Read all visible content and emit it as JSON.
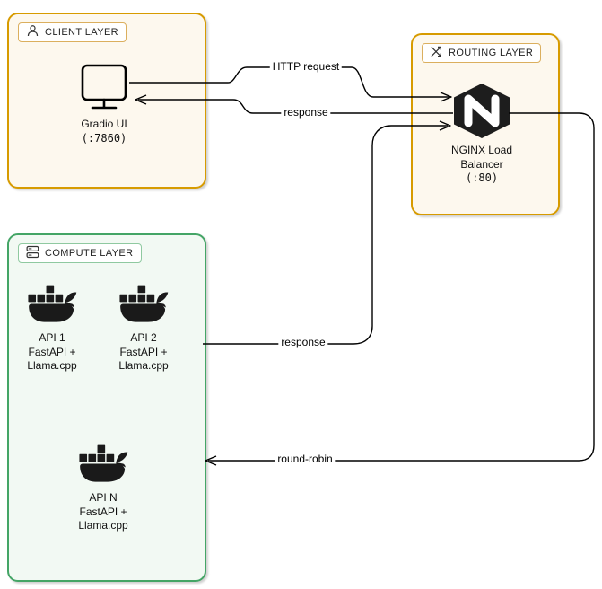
{
  "diagram": {
    "layers": {
      "client": {
        "label": "CLIENT LAYER",
        "icon": "person-icon",
        "border_color": "#D79B00",
        "fill_color": "#FDF8EE"
      },
      "routing": {
        "label": "ROUTING LAYER",
        "icon": "shuffle-icon",
        "border_color": "#D79B00",
        "fill_color": "#FDF8EE"
      },
      "compute": {
        "label": "COMPUTE LAYER",
        "icon": "server-stack-icon",
        "border_color": "#44A566",
        "fill_color": "#F2F9F3"
      }
    },
    "nodes": {
      "gradio": {
        "icon": "monitor-icon",
        "line1": "Gradio UI",
        "line2": "(:7860)"
      },
      "nginx": {
        "icon": "nginx-hexagon-icon",
        "line1": "NGINX Load",
        "line2": "Balancer",
        "line3": "(:80)",
        "icon_color": "#1d1d1d"
      },
      "api1": {
        "icon": "docker-whale-icon",
        "line1": "API 1",
        "line2": "FastAPI +",
        "line3": "Llama.cpp"
      },
      "api2": {
        "icon": "docker-whale-icon",
        "line1": "API 2",
        "line2": "FastAPI +",
        "line3": "Llama.cpp"
      },
      "apin": {
        "icon": "docker-whale-icon",
        "line1": "API N",
        "line2": "FastAPI +",
        "line3": "Llama.cpp"
      }
    },
    "edges": {
      "http_request": "HTTP request",
      "response_top": "response",
      "response_mid": "response",
      "round_robin": "round-robin",
      "line_color": "#000000"
    }
  }
}
